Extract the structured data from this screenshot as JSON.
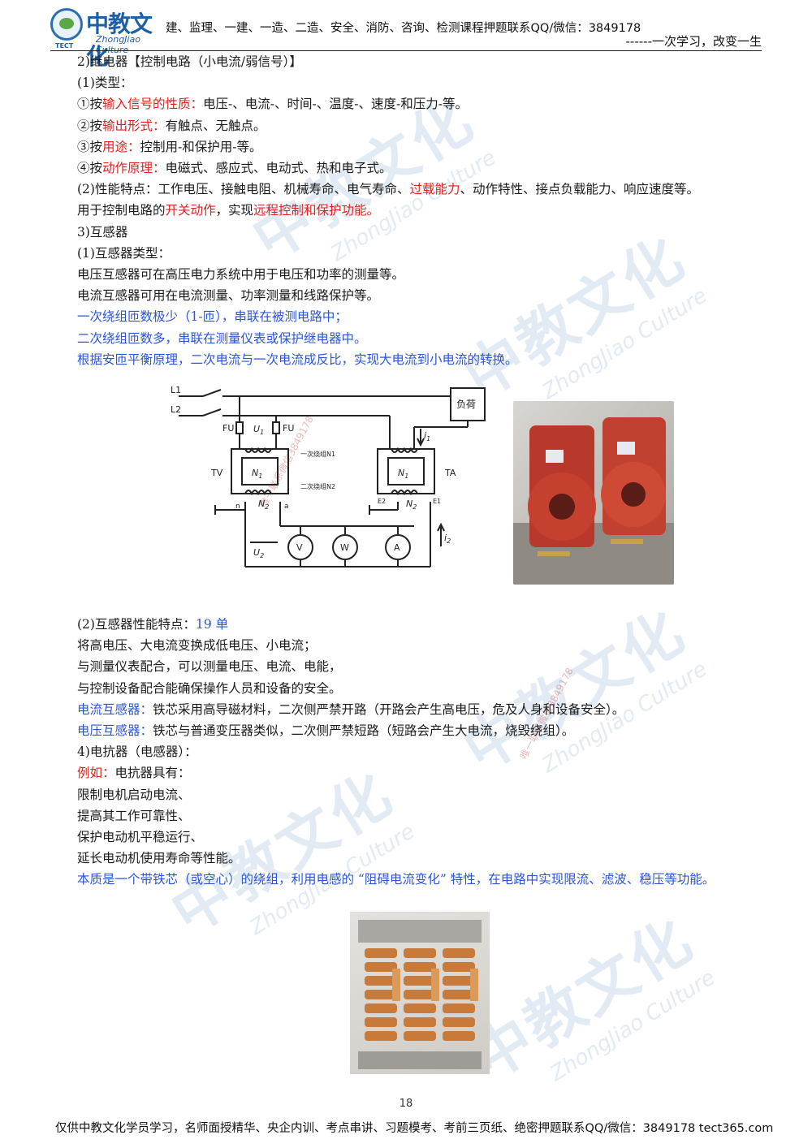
{
  "header": {
    "logo_cn": "中教文化",
    "logo_en": "ZhongJiao Culture",
    "logo_abbr": "TECT",
    "line1": "建、监理、一建、一造、二造、安全、消防、咨询、检测课程押题联系QQ/微信：3849178",
    "line2": "------一次学习，改变一生"
  },
  "relay": {
    "heading": "2)继电器【控制电路（小电流/弱信号）】",
    "types_title": "(1)类型：",
    "t1_prefix": "①按",
    "t1_key": "输入信号的性质：",
    "t1_rest": "电压-、电流-、时间-、温度-、速度-和压力-等。",
    "t2_prefix": "②按",
    "t2_key": "输出形式：",
    "t2_rest": "有触点、无触点。",
    "t3_prefix": "③按",
    "t3_key": "用途：",
    "t3_rest": "控制用-和保护用-等。",
    "t4_prefix": "④按",
    "t4_key": "动作原理：",
    "t4_rest": "电磁式、感应式、电动式、热和电子式。",
    "perf_a": "(2)性能特点：工作电压、接触电阻、机械寿命、电气寿命、",
    "perf_key": "过载能力",
    "perf_b": "、动作特性、接点负载能力、响应速度等。",
    "use_a": "用于控制电路的",
    "use_key1": "开关动作",
    "use_b": "，实现",
    "use_key2": "远程控制和保护功能。"
  },
  "transformer": {
    "heading": "3)互感器",
    "types_title": "(1)互感器类型：",
    "l1": "电压互感器可在高压电力系统中用于电压和功率的测量等。",
    "l2": "电流互感器可用在电流测量、功率测量和线路保护等。",
    "b1": "一次绕组匝数极少（1-匝），串联在被测电路中；",
    "b2": "二次绕组匝数多，串联在测量仪表或保护继电器中。",
    "b3": "根据安匝平衡原理，二次电流与一次电流成反比，实现大电流到小电流的转换。",
    "perf_title": "(2)互感器性能特点：",
    "perf_tag": "19 单",
    "p1": "将高电压、大电流变换成低电压、小电流；",
    "p2": "与测量仪表配合，可以测量电压、电流、电能，",
    "p3": "与控制设备配合能确保操作人员和设备的安全。",
    "ct_key": "电流互感器：",
    "ct_rest": "铁芯采用高导磁材料，二次侧严禁开路（开路会产生高电压，危及人身和设备安全）。",
    "vt_key": "电压互感器：",
    "vt_rest": "铁芯与普通变压器类似，二次侧严禁短路（短路会产生大电流，烧毁绕组）。"
  },
  "circuit": {
    "L1": "L1",
    "L2": "L2",
    "FU": "FU",
    "U1": "U",
    "U1sub": "1",
    "U2": "U",
    "U2sub": "2",
    "TV": "TV",
    "TA": "TA",
    "N1": "N",
    "N1sub": "1",
    "N2": "N",
    "N2sub": "2",
    "load": "负荷",
    "primary": "一次绕组N1",
    "secondary": "二次绕组N2",
    "I1": "i",
    "I1sub": "1",
    "I2": "i",
    "I2sub": "2",
    "n": "n",
    "a": "a",
    "E2": "E2",
    "E1": "E1",
    "V": "V",
    "W": "W",
    "A": "A"
  },
  "reactor": {
    "heading": "4)电抗器（电感器）：",
    "eg_key": "例如：",
    "eg_rest": "电抗器具有：",
    "r1": "限制电机启动电流、",
    "r2": "提高其工作可靠性、",
    "r3": "保护电动机平稳运行、",
    "r4": "延长电动机使用寿命等性能。",
    "essence": "本质是一个带铁芯（或空心）的绕组，利用电感的 “阻碍电流变化” 特性，在电路中实现限流、滤波、稳压等功能。"
  },
  "footer": {
    "page_number": "18",
    "line": "仅供中教文化学员学习，名师面授精华、央企内训、考点串讲、习题模考、考前三页纸、绝密押题联系QQ/微信：3849178  tect365.com"
  },
  "watermark": {
    "cn": "中教文化",
    "en": "ZhongJiao Culture",
    "contact": "唯一联系微信3849178"
  },
  "colors": {
    "key_red": "#e02020",
    "key_blue": "#2a55d8",
    "brand": "#1f5fa5"
  }
}
